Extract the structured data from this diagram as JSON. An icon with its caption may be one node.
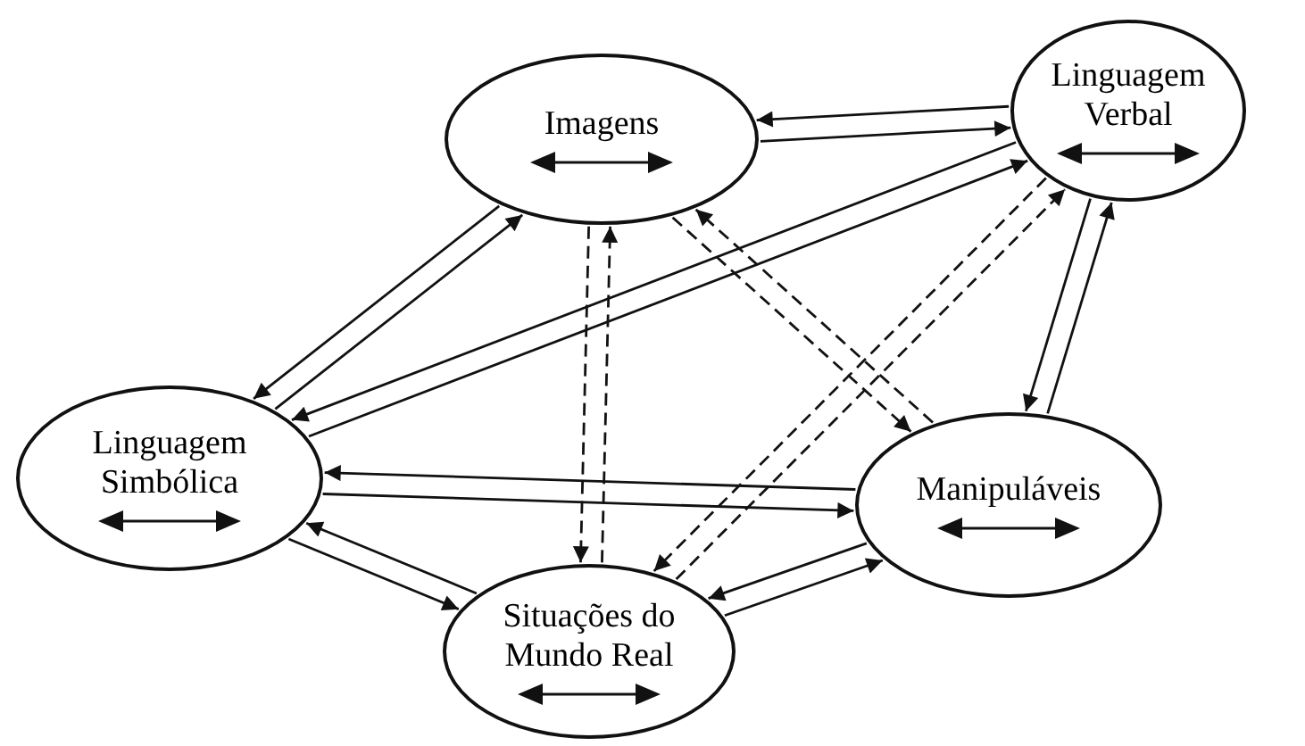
{
  "diagram": {
    "nodes": [
      {
        "text": [
          "Imagens"
        ]
      },
      {
        "text": [
          "Linguagem Verbal"
        ]
      },
      {
        "text": [
          "Linguagem Simbólica"
        ]
      },
      {
        "text": [
          "Manipuláveis"
        ]
      },
      {
        "text": [
          "Situações do Mundo Real"
        ]
      }
    ],
    "edges": [
      {
        "from": 1,
        "to": 0,
        "arrow": "to"
      },
      {
        "from": 0,
        "to": 1,
        "arrow": "to"
      },
      {
        "from": 2,
        "to": 0,
        "arrow": "to"
      },
      {
        "from": 0,
        "to": 2,
        "arrow": "to"
      },
      {
        "from": 2,
        "to": 1,
        "arrow": "to"
      },
      {
        "from": 1,
        "to": 2,
        "arrow": "to"
      },
      {
        "from": 4,
        "to": 0,
        "arrow": "to",
        "style": "dashed"
      },
      {
        "from": 0,
        "to": 4,
        "arrow": "to",
        "style": "dashed"
      },
      {
        "from": 3,
        "to": 0,
        "arrow": "to",
        "style": "dashed"
      },
      {
        "from": 0,
        "to": 3,
        "arrow": "to",
        "style": "dashed"
      },
      {
        "from": 4,
        "to": 1,
        "arrow": "to",
        "style": "dashed"
      },
      {
        "from": 1,
        "to": 4,
        "arrow": "to",
        "style": "dashed"
      },
      {
        "from": 1,
        "to": 3,
        "arrow": "to"
      },
      {
        "from": 3,
        "to": 1,
        "arrow": "to"
      },
      {
        "from": 2,
        "to": 3,
        "arrow": "to"
      },
      {
        "from": 3,
        "to": 2,
        "arrow": "to"
      },
      {
        "from": 2,
        "to": 4,
        "arrow": "to"
      },
      {
        "from": 4,
        "to": 2,
        "arrow": "to"
      },
      {
        "from": 3,
        "to": 4,
        "arrow": "to"
      },
      {
        "from": 4,
        "to": 3,
        "arrow": "to"
      }
    ]
  }
}
